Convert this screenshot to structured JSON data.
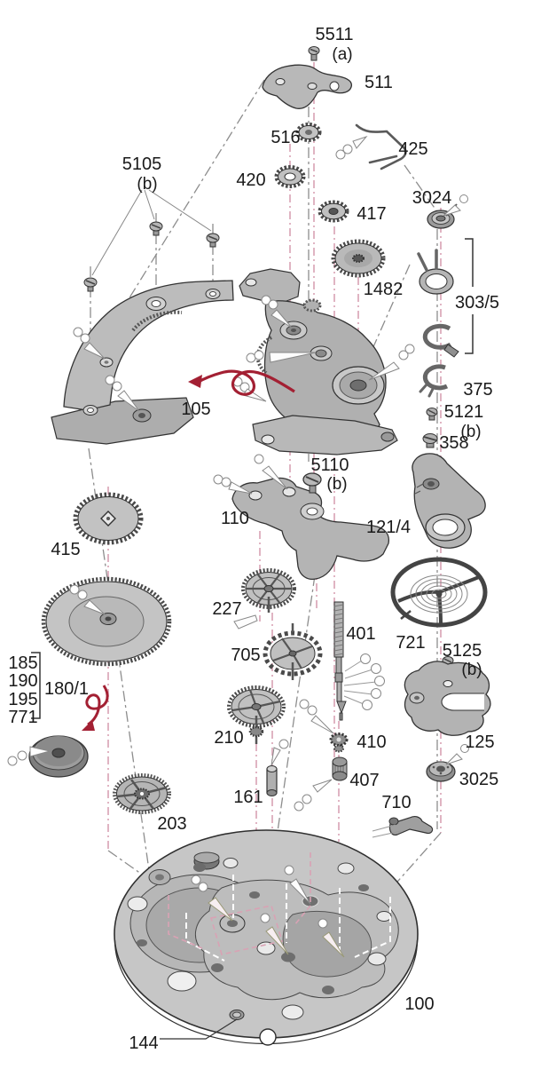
{
  "title": "Watch movement exploded parts diagram",
  "colors": {
    "background": "#ffffff",
    "part_fill": "#bdbdbd",
    "part_outline": "#333333",
    "axis_pink": "#d9a2b4",
    "axis_gray": "#8d8d8d",
    "arrow_red": "#a32033",
    "label_text": "#1a1a1a"
  },
  "labels": {
    "l5511": "5511",
    "l5511_a": "(a)",
    "l511": "511",
    "l516": "516",
    "l425": "425",
    "l420": "420",
    "l417": "417",
    "l3024": "3024",
    "l5105": "5105",
    "l5105_b": "(b)",
    "l1482": "1482",
    "l303_5": "303/5",
    "l375": "375",
    "l5121": "5121",
    "l5121_b": "(b)",
    "l358": "358",
    "l105": "105",
    "l5110": "5110",
    "l5110_b": "(b)",
    "l110": "110",
    "l121_4": "121/4",
    "l415": "415",
    "l227": "227",
    "l705": "705",
    "l401": "401",
    "l721": "721",
    "l5125": "5125",
    "l5125_b": "(b)",
    "l185": "185",
    "l190": "190",
    "l195": "195",
    "l771": "771",
    "l180_1": "180/1",
    "l210": "210",
    "l410": "410",
    "l161": "161",
    "l407": "407",
    "l125": "125",
    "l3025": "3025",
    "l710": "710",
    "l203": "203",
    "l100": "100",
    "l144": "144"
  }
}
